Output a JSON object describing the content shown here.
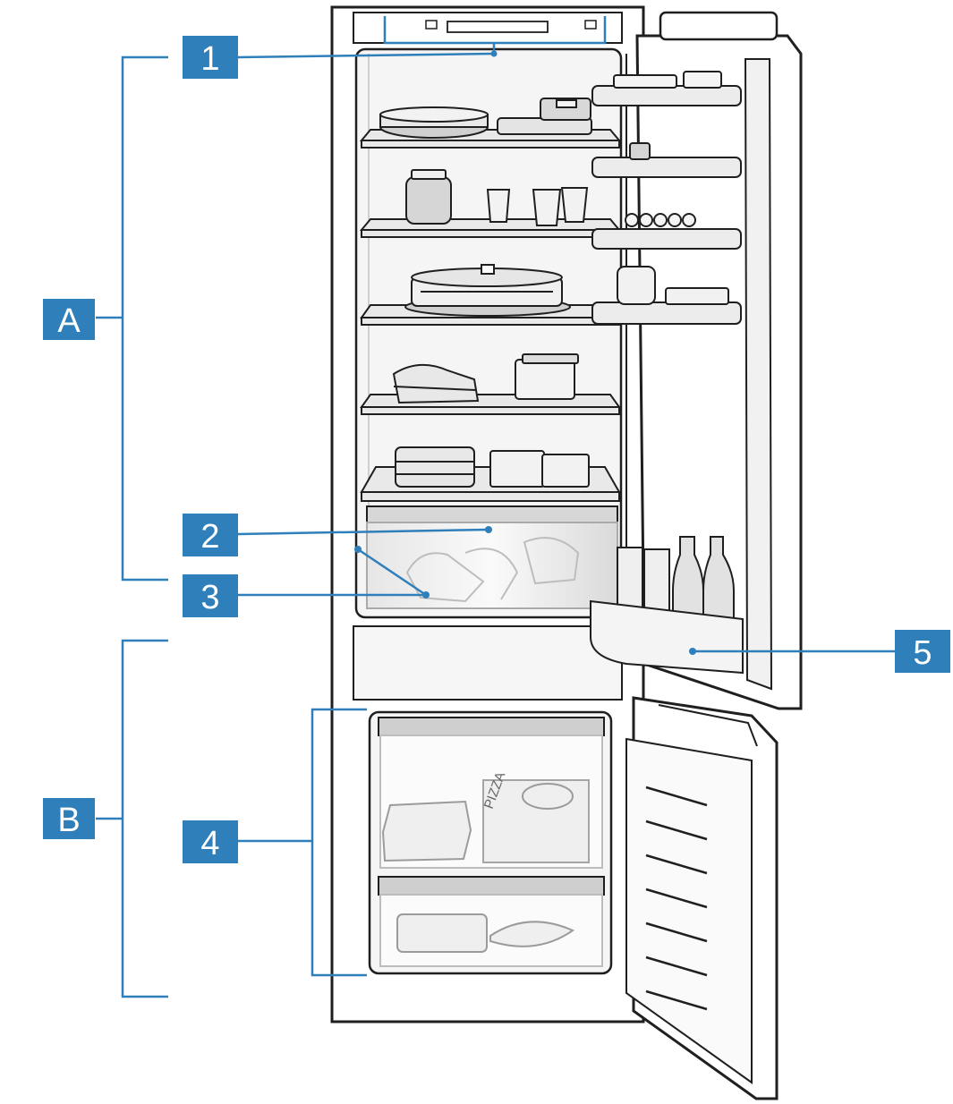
{
  "colors": {
    "callout_fill": "#2f7fba",
    "leader_line": "#2f7fba",
    "outline": "#1f1f1f",
    "interior": "#f4f4f4",
    "shelf": "#dcdcdc",
    "background": "#ffffff"
  },
  "callouts": {
    "A": "A",
    "B": "B",
    "1": "1",
    "2": "2",
    "3": "3",
    "4": "4",
    "5": "5"
  },
  "food_labels": {
    "pizza": "PIZZA"
  }
}
